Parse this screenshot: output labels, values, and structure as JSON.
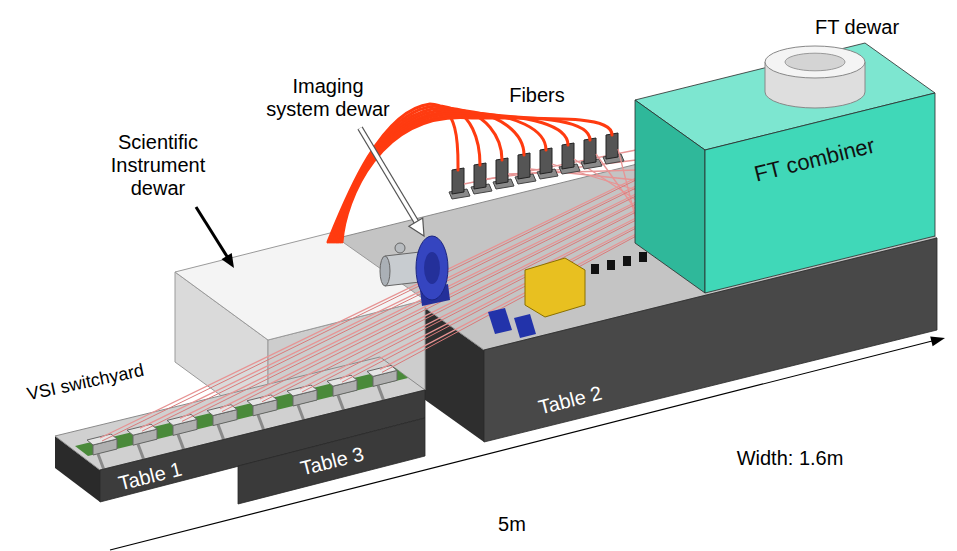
{
  "diagram": {
    "nodes": [
      {
        "text": [
          "Table 1"
        ]
      },
      {
        "text": [
          "Table 3"
        ]
      },
      {
        "text": [
          "Table 2"
        ]
      },
      {
        "text": [
          "FT combiner"
        ]
      }
    ],
    "labels": [
      "Scientific Instrument dewar",
      "Imaging system dewar",
      "Fibers",
      "FT dewar",
      "VSI switchyard",
      "5m",
      "Width: 1.6m"
    ]
  }
}
